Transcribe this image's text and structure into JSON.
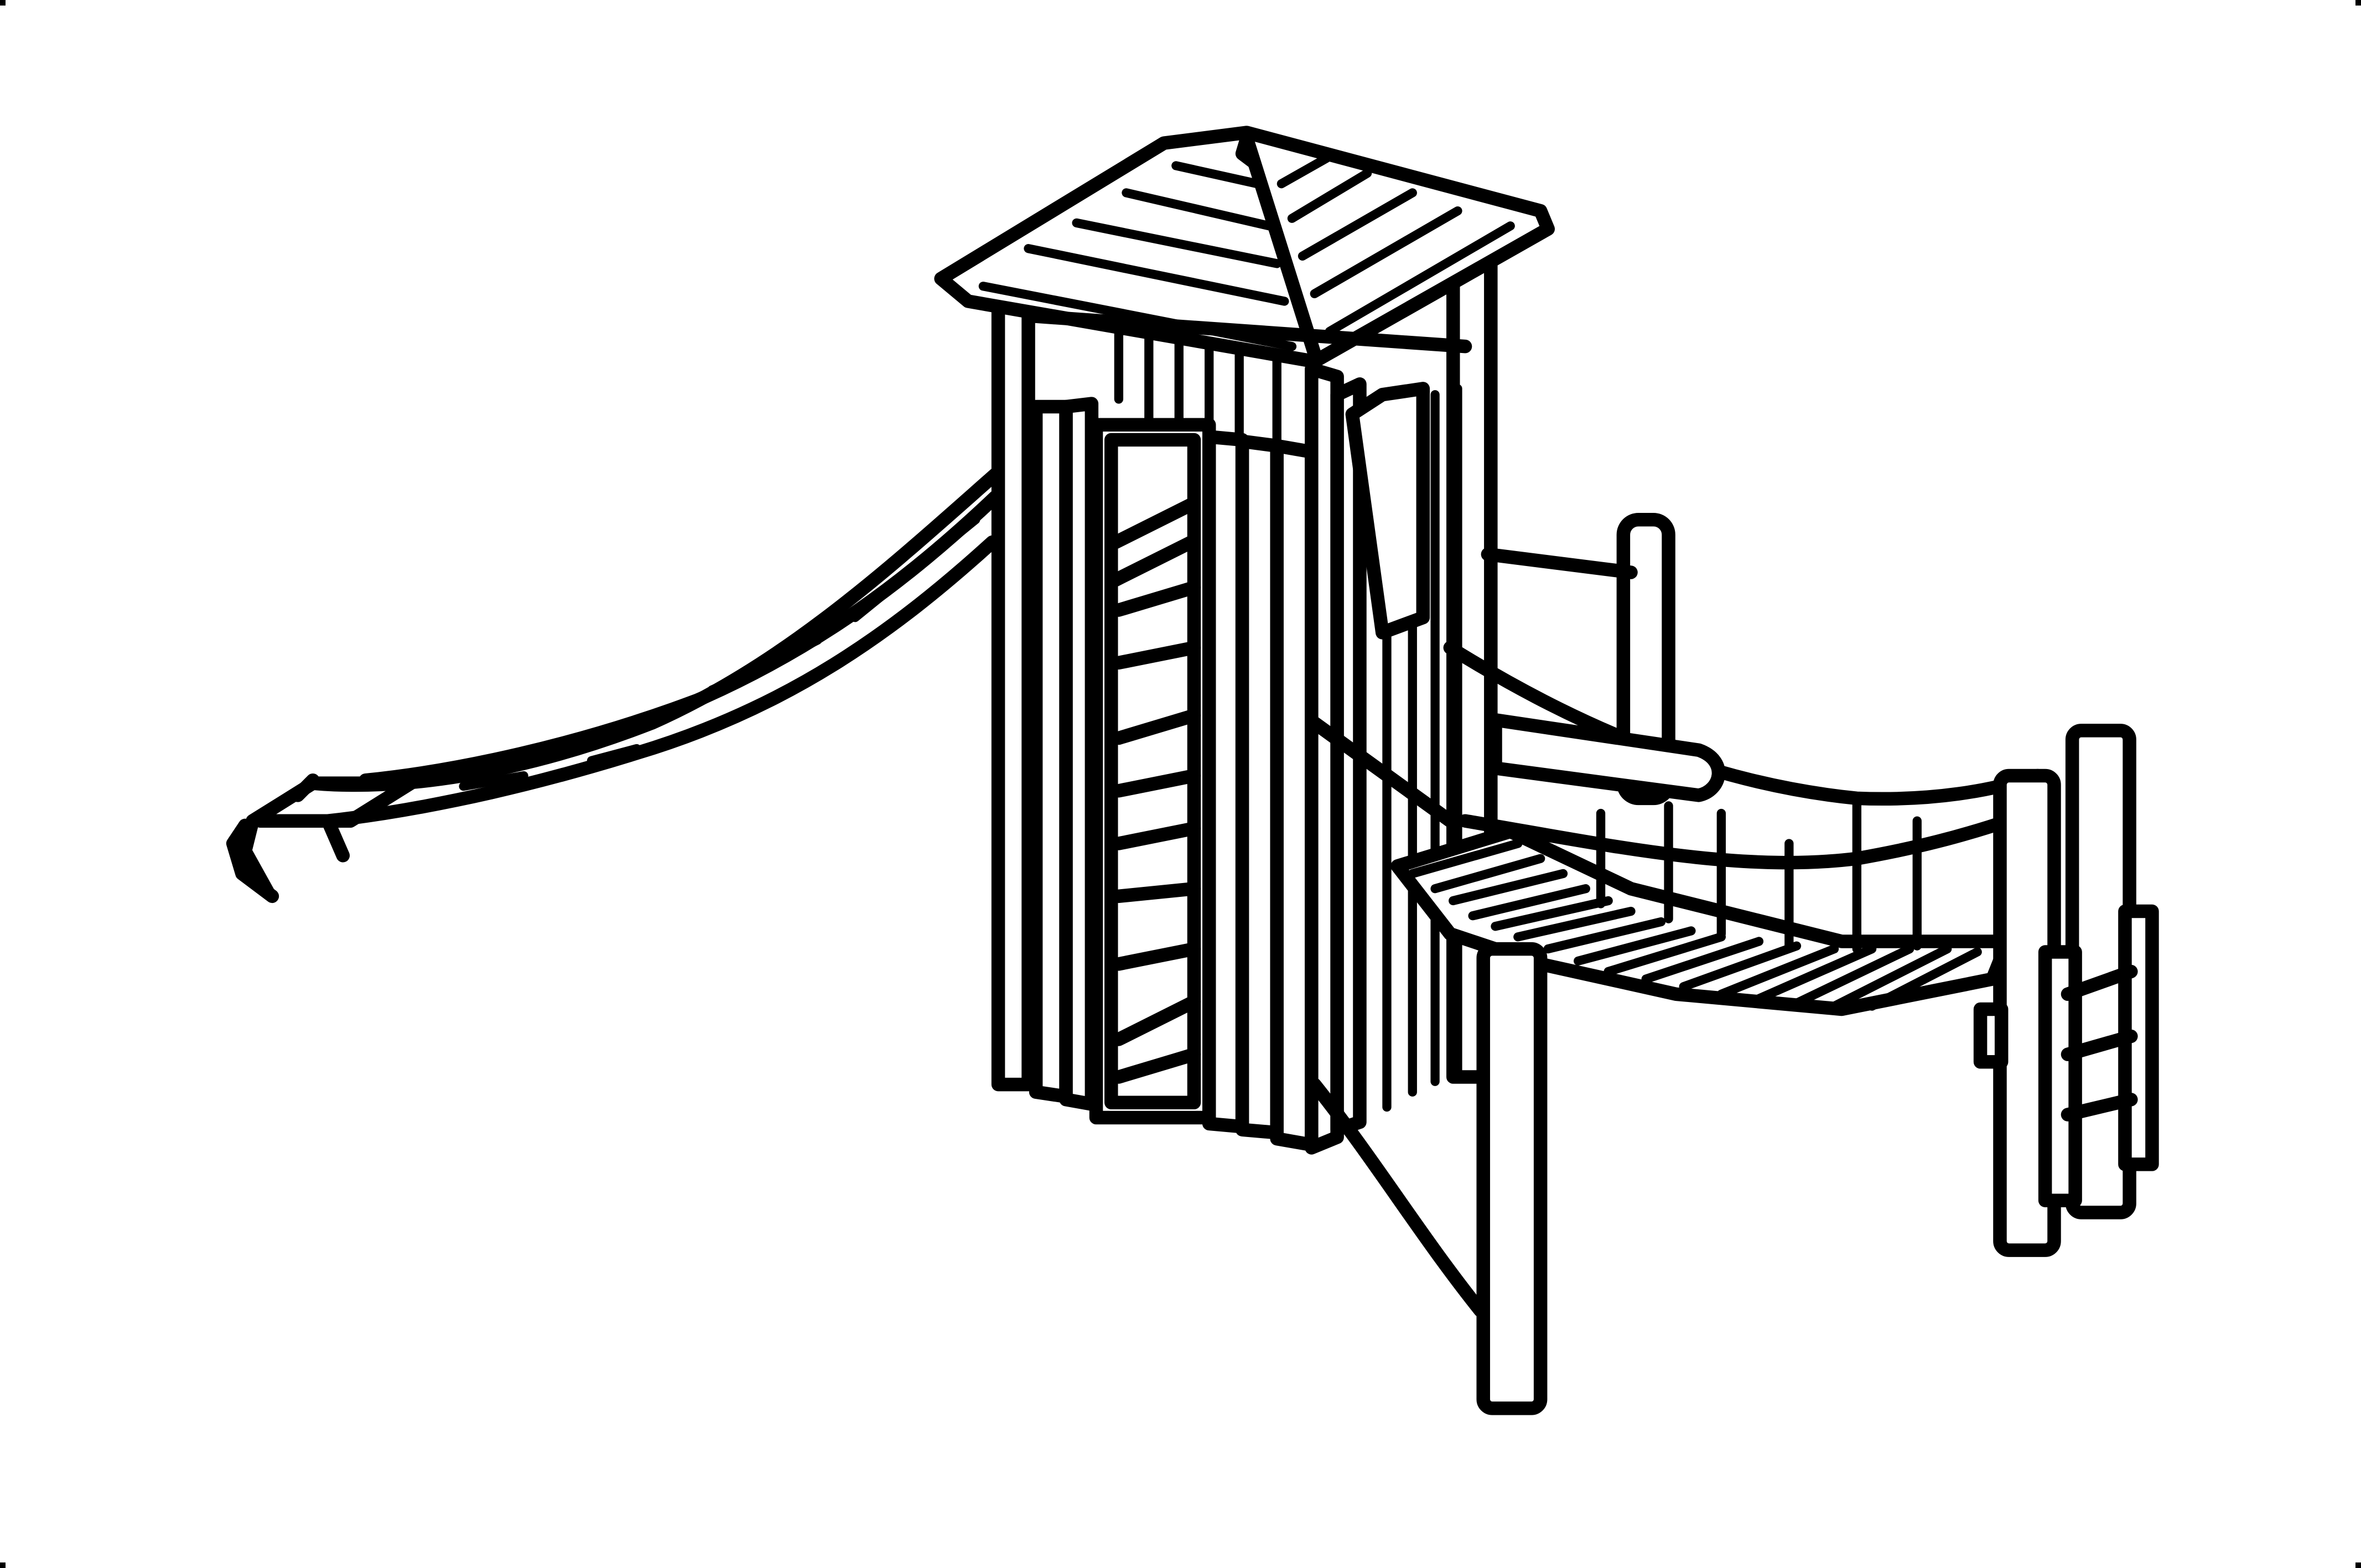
{
  "drawing": {
    "subject": "playground-tower-with-slide-and-suspension-bridge",
    "components": [
      "tower-roof",
      "tower-body",
      "climbing-ladder",
      "slide",
      "suspension-bridge",
      "rope-handrails",
      "bridge-end-post",
      "side-ladder",
      "support-post"
    ]
  },
  "colors": {
    "line": "#000000",
    "background": "#ffffff"
  }
}
